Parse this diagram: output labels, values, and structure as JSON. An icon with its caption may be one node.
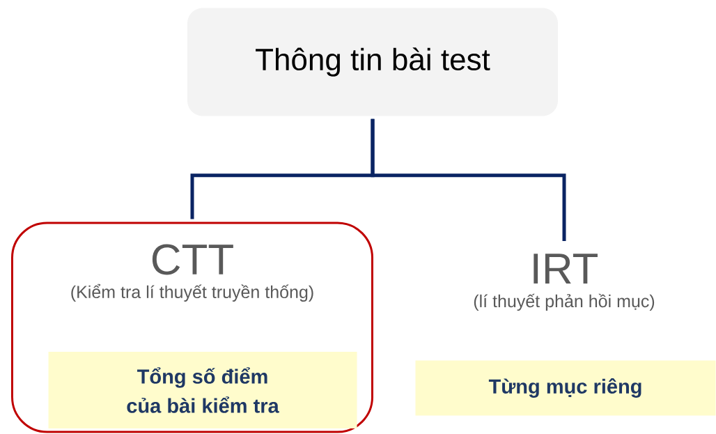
{
  "diagram": {
    "nodes": [
      {
        "text": [
          "Thông tin bài test"
        ]
      },
      {
        "text": [
          "CTT",
          "(Kiểm tra lí thuyết truyền thống)"
        ]
      },
      {
        "text": [
          "Tổng số điểm của bài kiểm tra"
        ],
        "in": 1
      },
      {
        "text": [
          "IRT",
          "(lí thuyết phản hồi mục)"
        ]
      },
      {
        "text": [
          "Từng mục riêng"
        ]
      }
    ],
    "edges": [
      {
        "from": 0,
        "to": 1,
        "arrow": "none"
      },
      {
        "from": 0,
        "to": 3,
        "arrow": "none"
      }
    ]
  }
}
